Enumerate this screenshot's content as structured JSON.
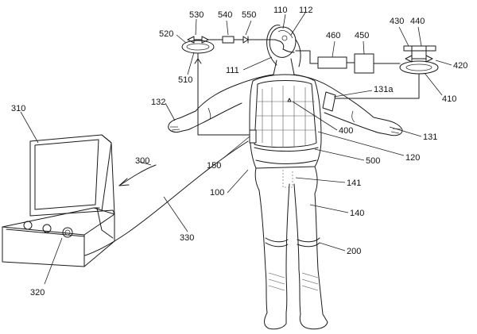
{
  "labels": [
    {
      "id": "310",
      "text": "310"
    },
    {
      "id": "300",
      "text": "300"
    },
    {
      "id": "320",
      "text": "320"
    },
    {
      "id": "330",
      "text": "330"
    },
    {
      "id": "100",
      "text": "100"
    },
    {
      "id": "110",
      "text": "110"
    },
    {
      "id": "111",
      "text": "111"
    },
    {
      "id": "112",
      "text": "112"
    },
    {
      "id": "120",
      "text": "120"
    },
    {
      "id": "131",
      "text": "131"
    },
    {
      "id": "131a",
      "text": "131a"
    },
    {
      "id": "132",
      "text": "132"
    },
    {
      "id": "140",
      "text": "140"
    },
    {
      "id": "141",
      "text": "141"
    },
    {
      "id": "150",
      "text": "150"
    },
    {
      "id": "200",
      "text": "200"
    },
    {
      "id": "400",
      "text": "400"
    },
    {
      "id": "410",
      "text": "410"
    },
    {
      "id": "420",
      "text": "420"
    },
    {
      "id": "430",
      "text": "430"
    },
    {
      "id": "440",
      "text": "440"
    },
    {
      "id": "450",
      "text": "450"
    },
    {
      "id": "460",
      "text": "460"
    },
    {
      "id": "500",
      "text": "500"
    },
    {
      "id": "510",
      "text": "510"
    },
    {
      "id": "520",
      "text": "520"
    },
    {
      "id": "530",
      "text": "530"
    },
    {
      "id": "540",
      "text": "540"
    },
    {
      "id": "550",
      "text": "550"
    }
  ]
}
